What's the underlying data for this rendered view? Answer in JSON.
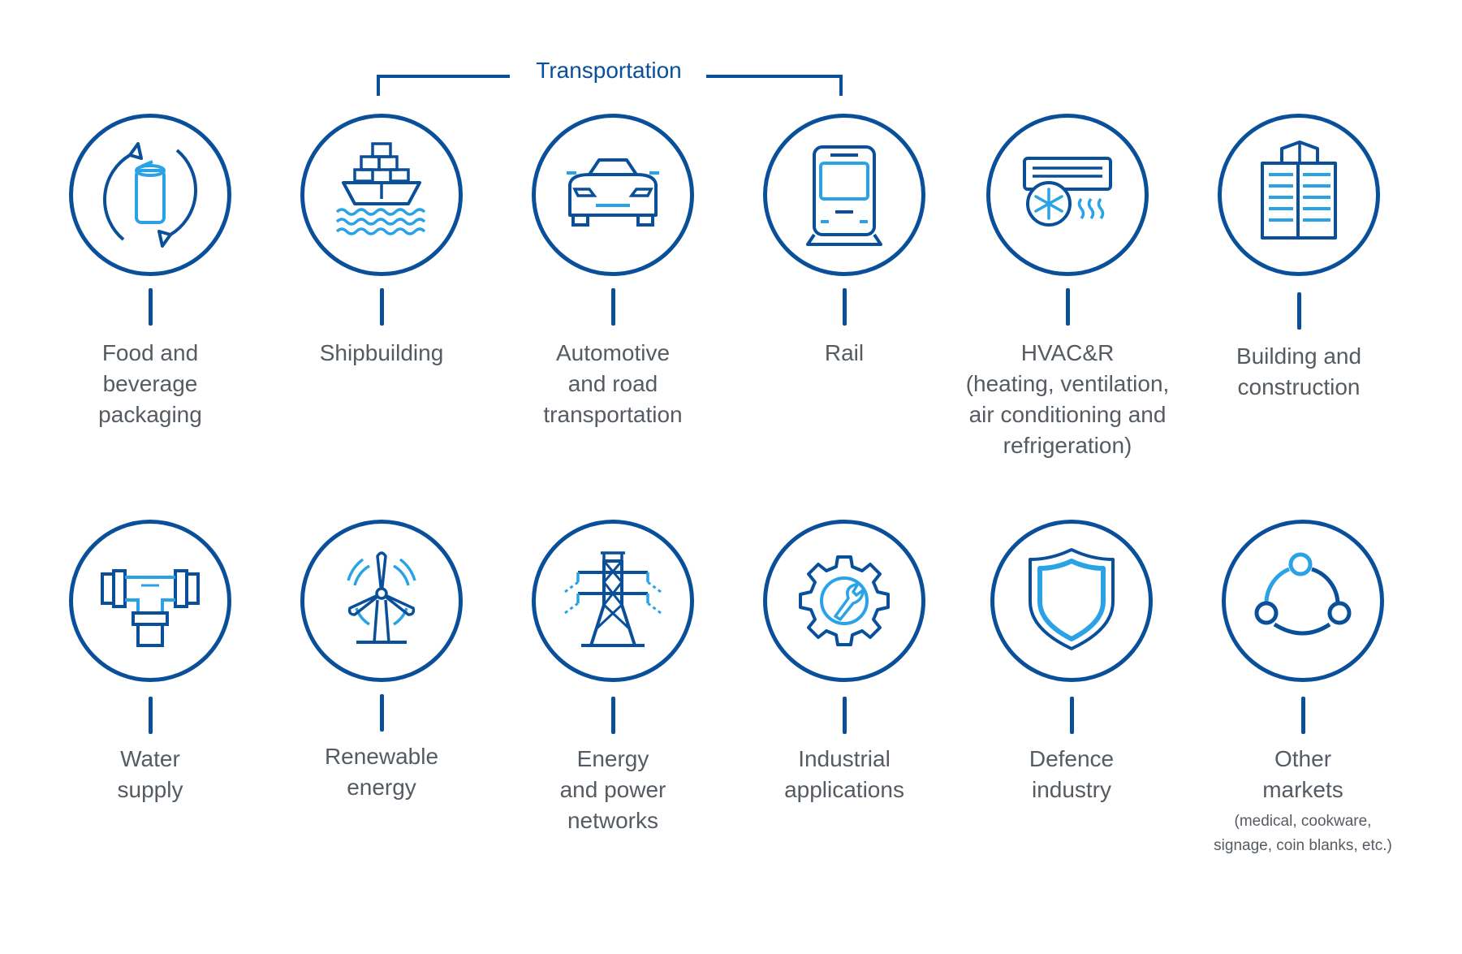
{
  "colors": {
    "dark_blue": "#0a4f9a",
    "light_blue": "#29a3e6",
    "text_gray": "#555b62"
  },
  "group": {
    "title": "Transportation"
  },
  "items": [
    {
      "label": "Food and\nbeverage\npackaging",
      "icon": "can-recycle-icon"
    },
    {
      "label": "Shipbuilding",
      "icon": "cargo-ship-icon"
    },
    {
      "label": "Automotive\nand road\ntransportation",
      "icon": "car-icon"
    },
    {
      "label": "Rail",
      "icon": "train-icon"
    },
    {
      "label": "HVAC&R\n(heating, ventilation,\nair conditioning and\nrefrigeration)",
      "icon": "air-conditioner-icon"
    },
    {
      "label": "Building and\nconstruction",
      "icon": "building-icon"
    },
    {
      "label": "Water\nsupply",
      "icon": "pipe-fitting-icon"
    },
    {
      "label": "Renewable\nenergy",
      "icon": "wind-turbine-icon"
    },
    {
      "label": "Energy\nand power\nnetworks",
      "icon": "power-tower-icon"
    },
    {
      "label": "Industrial\napplications",
      "icon": "gear-wrench-icon"
    },
    {
      "label": "Defence\nindustry",
      "icon": "shield-icon"
    },
    {
      "label": "Other\nmarkets",
      "sublabel": "(medical, cookware,\nsignage, coin blanks, etc.)",
      "icon": "network-nodes-icon"
    }
  ]
}
